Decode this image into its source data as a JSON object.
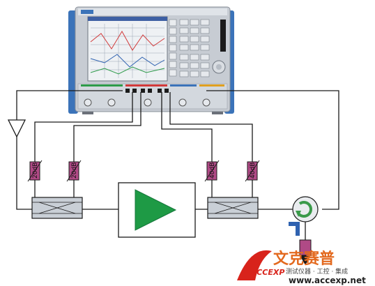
{
  "diagram": {
    "attenuators": [
      {
        "id": "att1",
        "label": "20dB"
      },
      {
        "id": "att2",
        "label": "20dB"
      },
      {
        "id": "att3",
        "label": "40dB"
      },
      {
        "id": "att4",
        "label": "40dB"
      }
    ],
    "colors": {
      "wire": "#1a1a1a",
      "attenuator_fill": "#b04a86",
      "amplifier_fill": "#1e9a45",
      "coupler_fill": "#c9cfd6",
      "instrument_body": "#c7ccd3",
      "instrument_frame": "#3b73b9",
      "circulator": "#3a9a4a",
      "load_fill": "#b04a86",
      "arrow_blue": "#2f62b0"
    }
  },
  "watermark": {
    "brand_cn": "文克赛普",
    "brand_latin": "ACCEXP",
    "tagline": "测试仪器 · 工控 · 集成",
    "url": "www.accexp.net"
  }
}
